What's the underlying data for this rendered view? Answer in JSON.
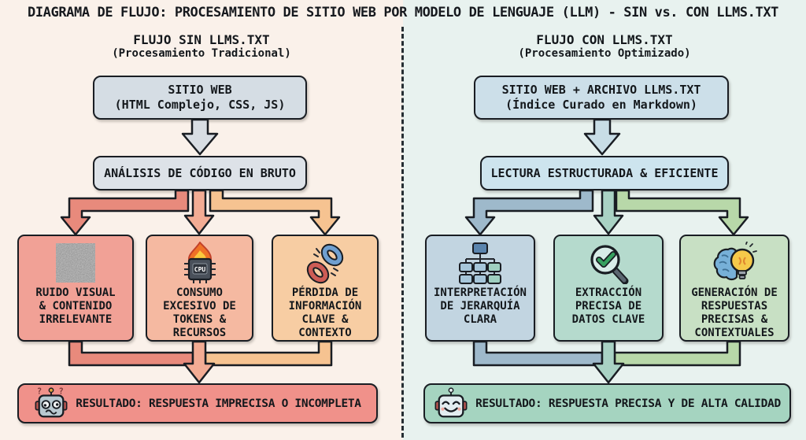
{
  "title": "DIAGRAMA DE FLUJO: PROCESAMIENTO DE SITIO WEB POR MODELO DE LENGUAJE (LLM) - SIN vs. CON LLMS.TXT",
  "left": {
    "heading": "FLUJO SIN LLMS.TXT",
    "subheading": "(Procesamiento Tradicional)",
    "source": {
      "line1": "SITIO WEB",
      "line2": "(HTML Complejo, CSS, JS)"
    },
    "process": "ANÁLISIS DE CÓDIGO EN BRUTO",
    "branches": [
      {
        "label": "RUIDO VISUAL\n& CONTENIDO\nIRRELEVANTE",
        "icon": "noise-icon"
      },
      {
        "label": "CONSUMO\nEXCESIVO DE\nTOKENS &\nRECURSOS",
        "icon": "cpu-fire-icon"
      },
      {
        "label": "PÉRDIDA DE\nINFORMACIÓN\nCLAVE &\nCONTEXTO",
        "icon": "broken-chain-icon"
      }
    ],
    "result": {
      "label": "RESULTADO: RESPUESTA IMPRECISA O INCOMPLETA",
      "icon": "robot-confused-icon"
    }
  },
  "right": {
    "heading": "FLUJO CON LLMS.TXT",
    "subheading": "(Procesamiento Optimizado)",
    "source": {
      "line1": "SITIO WEB + ARCHIVO LLMS.TXT",
      "line2": "(Índice Curado en Markdown)"
    },
    "process": "LECTURA ESTRUCTURADA & EFICIENTE",
    "branches": [
      {
        "label": "INTERPRETACIÓN\nDE JERARQUÍA\nCLARA",
        "icon": "hierarchy-icon"
      },
      {
        "label": "EXTRACCIÓN\nPRECISA DE\nDATOS CLAVE",
        "icon": "magnifier-check-icon"
      },
      {
        "label": "GENERACIÓN DE\nRESPUESTAS\nPRECISAS &\nCONTEXTUALES",
        "icon": "brain-bulb-icon"
      }
    ],
    "result": {
      "label": "RESULTADO: RESPUESTA PRECISA Y DE ALTA CALIDAD",
      "icon": "robot-happy-icon"
    }
  },
  "colors": {
    "left_bg": "#faf1ea",
    "right_bg": "#e8f2ef",
    "border": "#191d23",
    "negative_result": "#f0918a",
    "positive_result": "#a5d4c0",
    "left_arrows": [
      "#e88a7c",
      "#f3ac94",
      "#f6c391"
    ],
    "right_arrows": [
      "#9eb9cb",
      "#a9d2c4",
      "#b8d8a9"
    ]
  }
}
